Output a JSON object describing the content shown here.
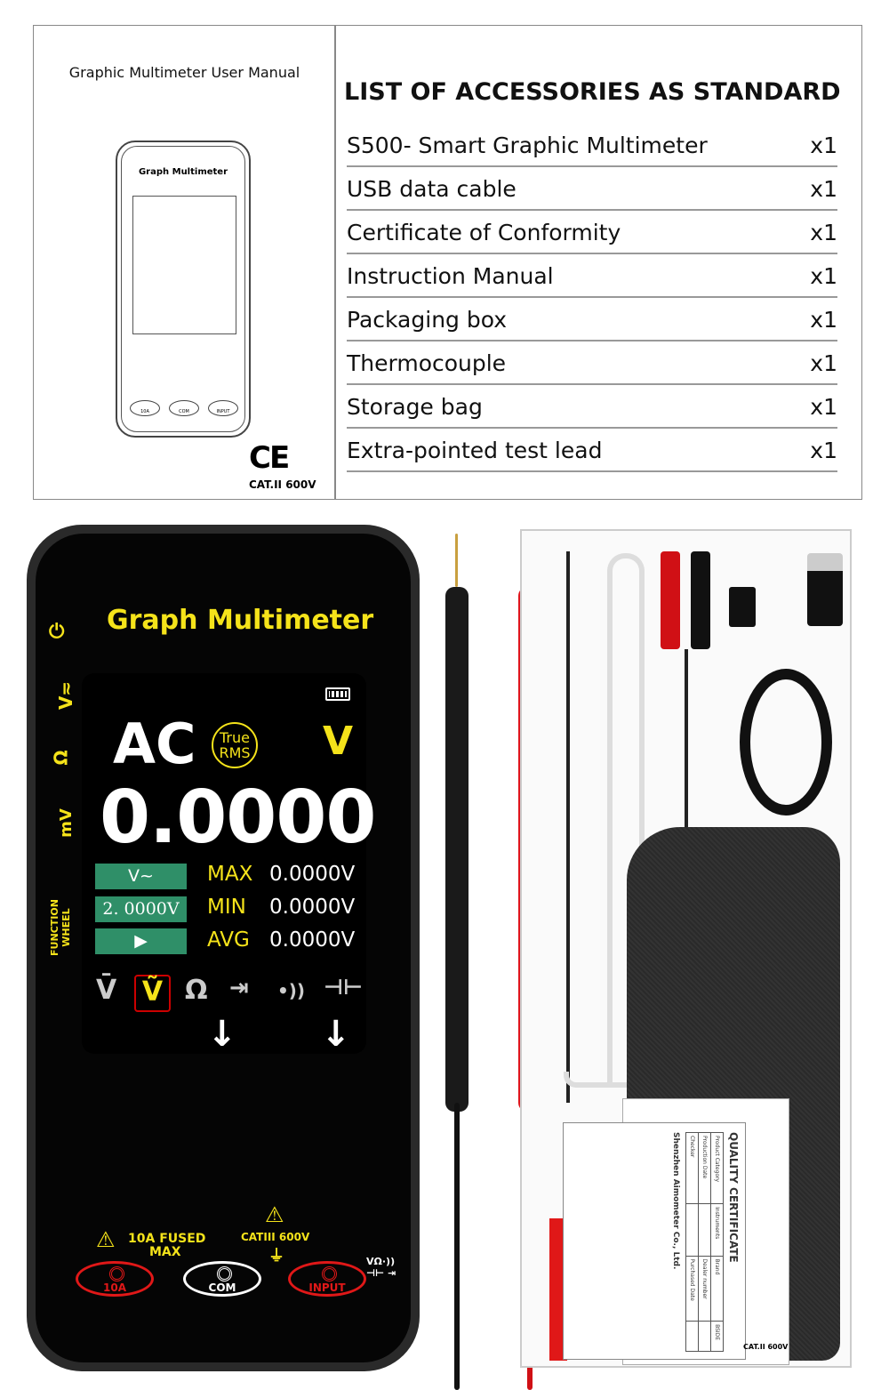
{
  "manual": {
    "title": "Graphic Multimeter User Manual",
    "device_label": "Graph Multimeter",
    "jacks": [
      "10A",
      "COM",
      "INPUT"
    ],
    "ce_mark": "CE",
    "category": "CAT.II 600V"
  },
  "accessories": {
    "title": "LIST OF ACCESSORIES AS STANDARD",
    "items": [
      {
        "name": "S500- Smart Graphic Multimeter",
        "qty": "x1"
      },
      {
        "name": "USB data cable",
        "qty": "x1"
      },
      {
        "name": "Certificate of Conformity",
        "qty": "x1"
      },
      {
        "name": "Instruction Manual",
        "qty": "x1"
      },
      {
        "name": "Packaging box",
        "qty": "x1"
      },
      {
        "name": "Thermocouple",
        "qty": "x1"
      },
      {
        "name": "Storage bag",
        "qty": "x1"
      },
      {
        "name": "Extra-pointed test lead",
        "qty": "x1"
      }
    ]
  },
  "meter": {
    "brand": "Graph Multimeter",
    "side_buttons": [
      "⏻",
      "V≂",
      "Ω",
      "mV",
      "FUNCTION WHEEL"
    ],
    "mode": "AC",
    "true_rms": "True RMS",
    "unit": "V",
    "reading": "0.0000",
    "buttons": [
      "V~",
      "2. 0000V",
      "▶"
    ],
    "stats": [
      {
        "label": "MAX",
        "value": "0.0000V"
      },
      {
        "label": "MIN",
        "value": "0.0000V"
      },
      {
        "label": "AVG",
        "value": "0.0000V"
      }
    ],
    "functions": [
      "V̄",
      "Ṽ",
      "Ω",
      "⇥",
      "•))",
      "⊣⊢"
    ],
    "selected_function": "Ṽ",
    "warning_fused": "10A FUSED",
    "warning_max": "MAX",
    "warning_cat": "CATIII 600V",
    "jacks": [
      "10A",
      "COM",
      "INPUT"
    ],
    "input_symbols": "VΩ·)) ⊣⊢ ⇥",
    "colors": {
      "accent": "#f5e31a",
      "button": "#2f8f68",
      "jack": "#e01818"
    }
  },
  "certificate": {
    "title": "QUALITY CERTIFICATE",
    "fields": [
      "Product Category",
      "Instruments",
      "Brand",
      "BSIDE",
      "Production Date",
      "Dealer number",
      "Checker",
      "Purchased Date"
    ],
    "company": "Shenzhen Aimometer Co., Ltd.",
    "category": "CAT.II 600V"
  }
}
